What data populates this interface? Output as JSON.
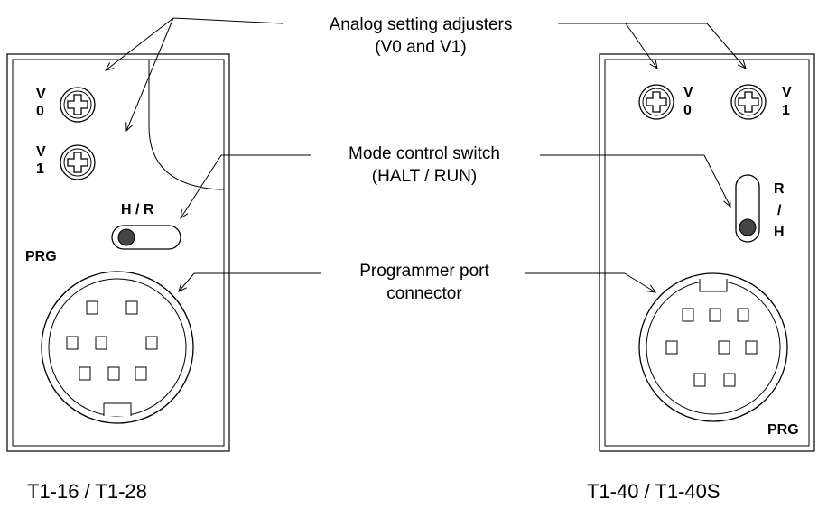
{
  "callouts": {
    "analog_line1": "Analog setting adjusters",
    "analog_line2": "(V0 and V1)",
    "mode_line1": "Mode control switch",
    "mode_line2": "(HALT / RUN)",
    "prg_line1": "Programmer port",
    "prg_line2": "connector"
  },
  "left_unit": {
    "v0_top": "V",
    "v0_bottom": "0",
    "v1_top": "V",
    "v1_bottom": "1",
    "switch_label": "H / R",
    "port_label": "PRG",
    "caption": "T1-16 / T1-28"
  },
  "right_unit": {
    "v0_top": "V",
    "v0_bottom": "0",
    "v1_top": "V",
    "v1_bottom": "1",
    "switch_r": "R",
    "switch_slash": "/",
    "switch_h": "H",
    "port_label": "PRG",
    "caption": "T1-40 / T1-40S"
  }
}
